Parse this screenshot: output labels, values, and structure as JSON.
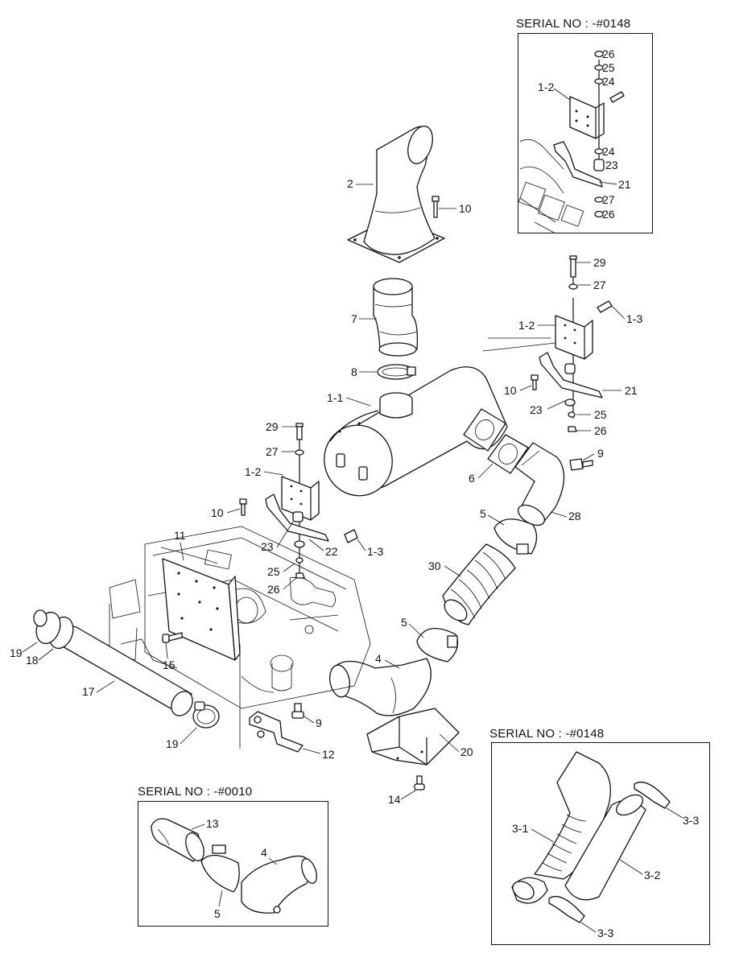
{
  "insets": {
    "top_right": {
      "serial": "SERIAL NO : -#0148",
      "labels": {
        "a": "26",
        "b": "25",
        "c": "24",
        "d": "1-2",
        "e": "24",
        "f": "23",
        "g": "21",
        "h": "27",
        "i": "26"
      }
    },
    "bottom_left": {
      "serial": "SERIAL NO : -#0010",
      "labels": {
        "a": "13",
        "b": "4",
        "c": "5"
      }
    },
    "bottom_right": {
      "serial": "SERIAL NO : -#0148",
      "labels": {
        "a": "3-3",
        "b": "3-1",
        "c": "3-2",
        "d": "3-3"
      }
    }
  },
  "callouts": {
    "stack": "2",
    "bolt_top": "10",
    "tube": "7",
    "clamp_top": "8",
    "muffler": "1-1",
    "bolt_right_top": "29",
    "washer_right_top": "27",
    "bracket_right": "1-2",
    "bolt_right_side": "1-3",
    "bolt_right": "10",
    "mount_right": "21",
    "cushion_right": "23",
    "washer_right": "25",
    "nut_right": "26",
    "gasket": "6",
    "bolt_flange": "9",
    "elbow_upper": "28",
    "clamp_upper": "5",
    "flex_pipe": "30",
    "clamp_lower": "5",
    "elbow_lower": "4",
    "box": "20",
    "bolt_box": "14",
    "bracket_eng": "12",
    "bolt_eng": "9",
    "bolt_left_top": "29",
    "washer_left_top": "27",
    "bracket_left": "1-2",
    "bolt_left": "10",
    "cushion_left": "23",
    "mount_left": "22",
    "bolt_left_side": "1-3",
    "washer_left": "25",
    "nut_left": "26",
    "heat_shield": "11",
    "bolt_shield": "15",
    "intake_pipe": "17",
    "clamp_a": "18",
    "clamp_b": "19",
    "clamp_c": "19"
  }
}
